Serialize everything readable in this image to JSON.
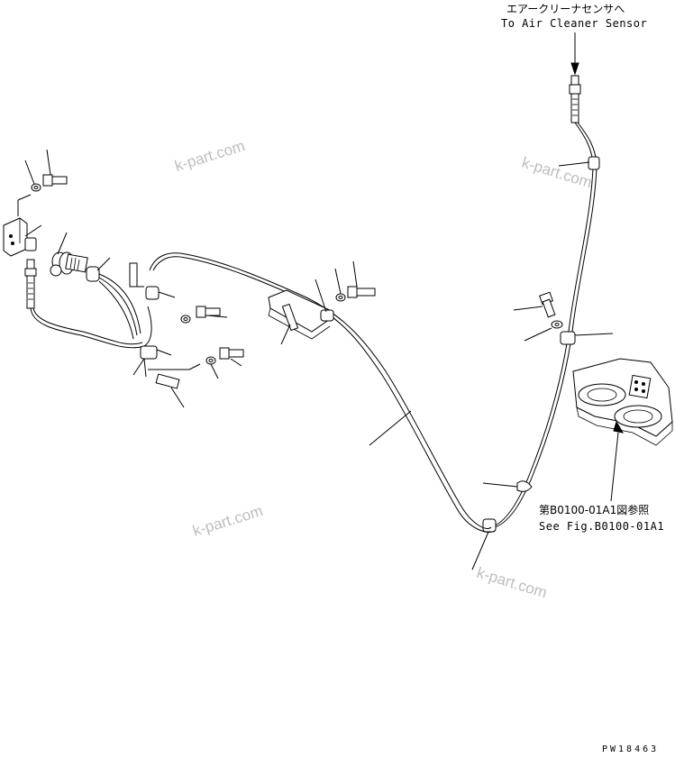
{
  "callouts": {
    "air_cleaner_jp": "エアークリーナセンサへ",
    "air_cleaner_en": "To Air Cleaner Sensor",
    "see_fig_jp": "第B0100-01A1図参照",
    "see_fig_en": "See Fig.B0100-01A1"
  },
  "watermarks": [
    "k-part.com",
    "k-part.com",
    "k-part.com",
    "k-part.com"
  ],
  "drawing_code": "PW18463",
  "icons": [
    "bolt-icon",
    "washer-icon",
    "clamp-icon",
    "bracket-icon",
    "sensor-icon",
    "air-cleaner-housing-icon"
  ]
}
